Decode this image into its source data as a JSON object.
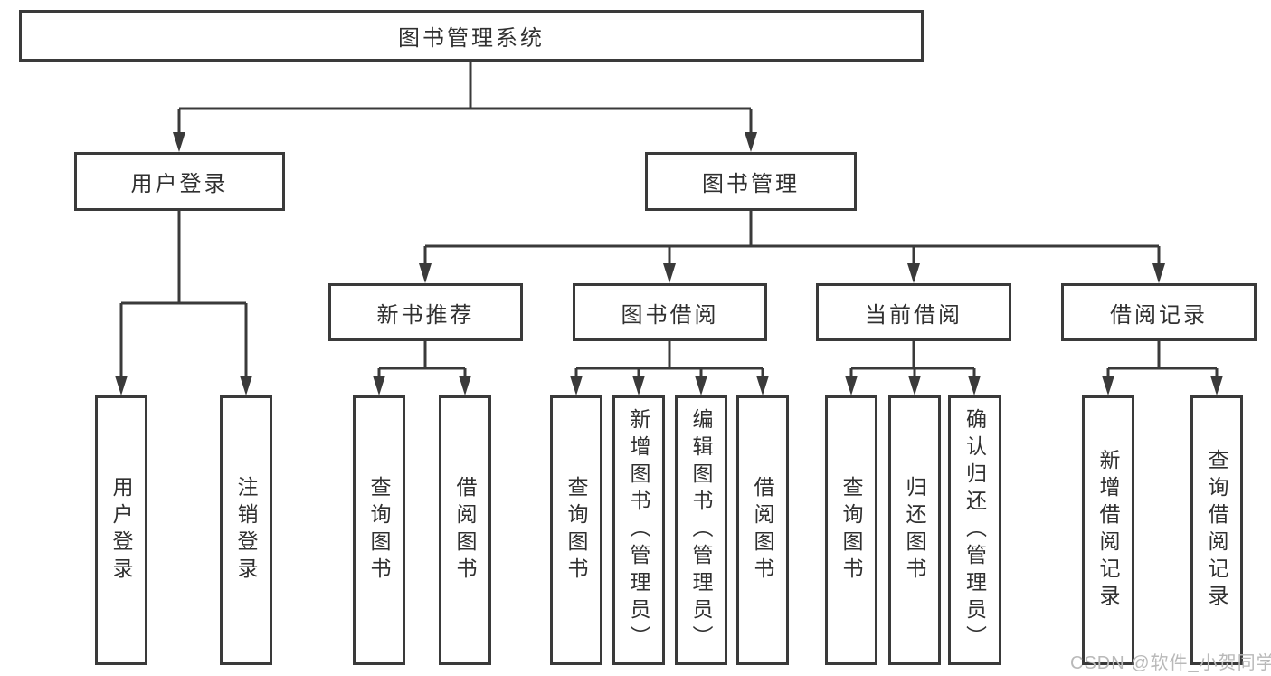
{
  "tree": {
    "label": "图书管理系统",
    "children": [
      {
        "label": "用户登录",
        "children": [
          {
            "label": "用户登录"
          },
          {
            "label": "注销登录"
          }
        ]
      },
      {
        "label": "图书管理",
        "children": [
          {
            "label": "新书推荐",
            "children": [
              {
                "label": "查询图书"
              },
              {
                "label": "借阅图书"
              }
            ]
          },
          {
            "label": "图书借阅",
            "children": [
              {
                "label": "查询图书"
              },
              {
                "label": "新增图书（管理员）"
              },
              {
                "label": "编辑图书（管理员）"
              },
              {
                "label": "借阅图书"
              }
            ]
          },
          {
            "label": "当前借阅",
            "children": [
              {
                "label": "查询图书"
              },
              {
                "label": "归还图书"
              },
              {
                "label": "确认归还（管理员）"
              }
            ]
          },
          {
            "label": "借阅记录",
            "children": [
              {
                "label": "新增借阅记录"
              },
              {
                "label": "查询借阅记录"
              }
            ]
          }
        ]
      }
    ]
  },
  "watermark": {
    "text": "CSDN @软件_小贺同学"
  },
  "colors": {
    "line": "#3a3a3a",
    "text": "#303030",
    "watermark": "#b9b9b9",
    "background": "#ffffff"
  }
}
